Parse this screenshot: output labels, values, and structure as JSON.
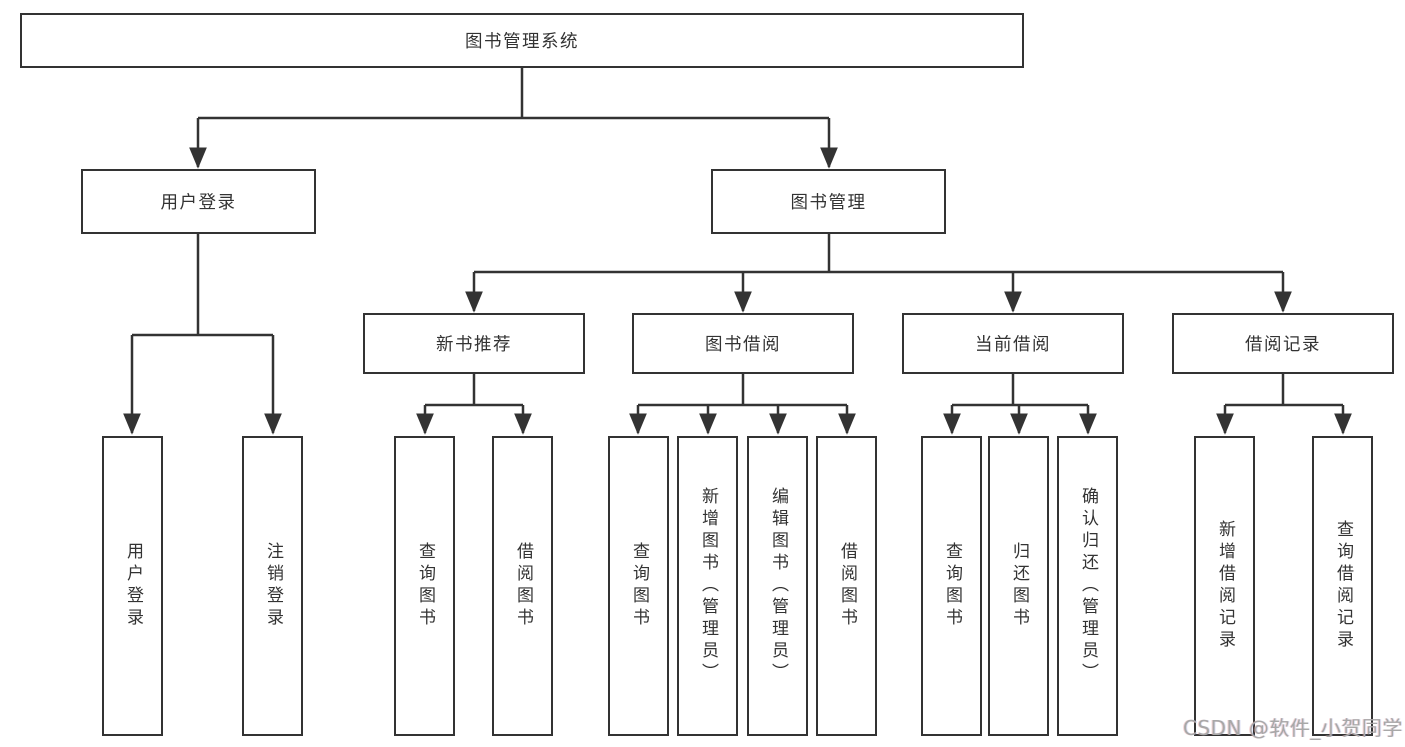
{
  "diagram": {
    "root": "图书管理系统",
    "level2": {
      "user_login": "用户登录",
      "book_mgmt": "图书管理"
    },
    "level3": {
      "new_book_rec": "新书推荐",
      "book_borrow": "图书借阅",
      "current_borrow": "当前借阅",
      "borrow_records": "借阅记录"
    },
    "leaves": {
      "user_login": "用户登录",
      "logout": "注销登录",
      "newbook_query": "查询图书",
      "newbook_borrow": "借阅图书",
      "borrow_query": "查询图书",
      "borrow_add": "新增图书（管理员）",
      "borrow_edit": "编辑图书（管理员）",
      "borrow_borrow": "借阅图书",
      "current_query": "查询图书",
      "current_return": "归还图书",
      "current_confirm": "确认归还（管理员）",
      "records_add": "新增借阅记录",
      "records_query": "查询借阅记录"
    }
  },
  "watermark": "CSDN @软件_小贺同学",
  "colors": {
    "line": "#333333",
    "box_border": "#333333",
    "text": "#333333",
    "watermark": "#a8a8a8",
    "background": "#ffffff"
  }
}
